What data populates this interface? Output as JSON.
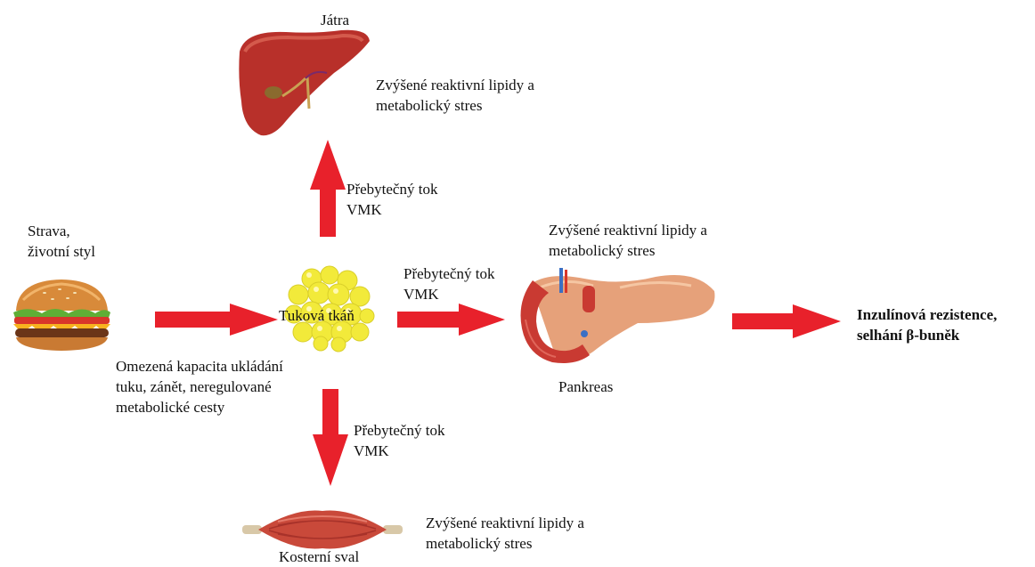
{
  "colors": {
    "arrow": "#e8212b",
    "liver": "#b8302a",
    "fat": "#f2ea3a",
    "muscle": "#c9493a",
    "pancreas": "#e6a17a"
  },
  "nodes": {
    "diet": {
      "label_line1": "Strava,",
      "label_line2": "životní styl",
      "icon": "burger-icon"
    },
    "adipose": {
      "label": "Tuková tkáň",
      "note_line1": "Omezená kapacita ukládání",
      "note_line2": "tuku, zánět, neregulované",
      "note_line3": "metabolické cesty",
      "icon": "fat-cells-icon"
    },
    "liver": {
      "label": "Játra",
      "note_line1": "Zvýšené reaktivní lipidy a",
      "note_line2": "metabolický stres",
      "icon": "liver-icon"
    },
    "pancreas": {
      "label": "Pankreas",
      "note_line1": "Zvýšené reaktivní lipidy a",
      "note_line2": "metabolický stres",
      "icon": "pancreas-icon"
    },
    "muscle": {
      "label": "Kosterní sval",
      "note_line1": "Zvýšené reaktivní lipidy a",
      "note_line2": "metabolický stres",
      "icon": "muscle-icon"
    },
    "outcome": {
      "line1": "Inzulínová rezistence,",
      "line2": "selhání β-buněk"
    }
  },
  "edges": {
    "to_liver": {
      "line1": "Přebytečný tok",
      "line2": "VMK"
    },
    "to_pancreas": {
      "line1": "Přebytečný tok",
      "line2": "VMK"
    },
    "to_muscle": {
      "line1": "Přebytečný tok",
      "line2": "VMK"
    }
  }
}
